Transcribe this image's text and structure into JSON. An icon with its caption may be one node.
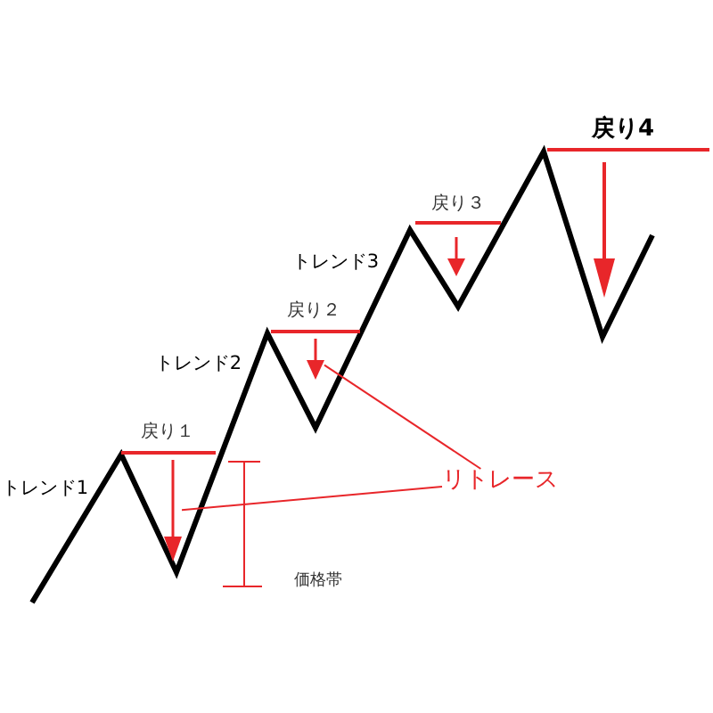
{
  "diagram": {
    "nodes": [
      {
        "text": [
          "リトレース"
        ]
      },
      {
        "text": [],
        "shape": "arrow"
      },
      {
        "text": [],
        "shape": "arrow"
      },
      {
        "text": [],
        "shape": "arrow"
      },
      {
        "text": [],
        "shape": "arrow"
      }
    ],
    "edges": [
      {
        "from": 0,
        "to": 1,
        "arrow": "none"
      },
      {
        "from": 0,
        "to": 2,
        "arrow": "none"
      }
    ],
    "labels": [
      "戻り4",
      "戻り３",
      "トレンド3",
      "戻り２",
      "トレンド2",
      "戻り１",
      "トレンド1",
      "価格帯"
    ]
  }
}
